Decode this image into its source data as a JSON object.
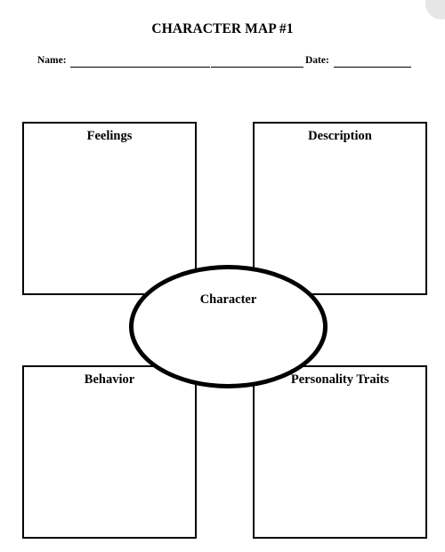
{
  "worksheet": {
    "title": "CHARACTER MAP #1",
    "name_label": "Name:",
    "date_label": "Date:"
  },
  "boxes": {
    "feelings": "Feelings",
    "description": "Description",
    "behavior": "Behavior",
    "personality_traits": "Personality Traits"
  },
  "center": {
    "label": "Character"
  }
}
